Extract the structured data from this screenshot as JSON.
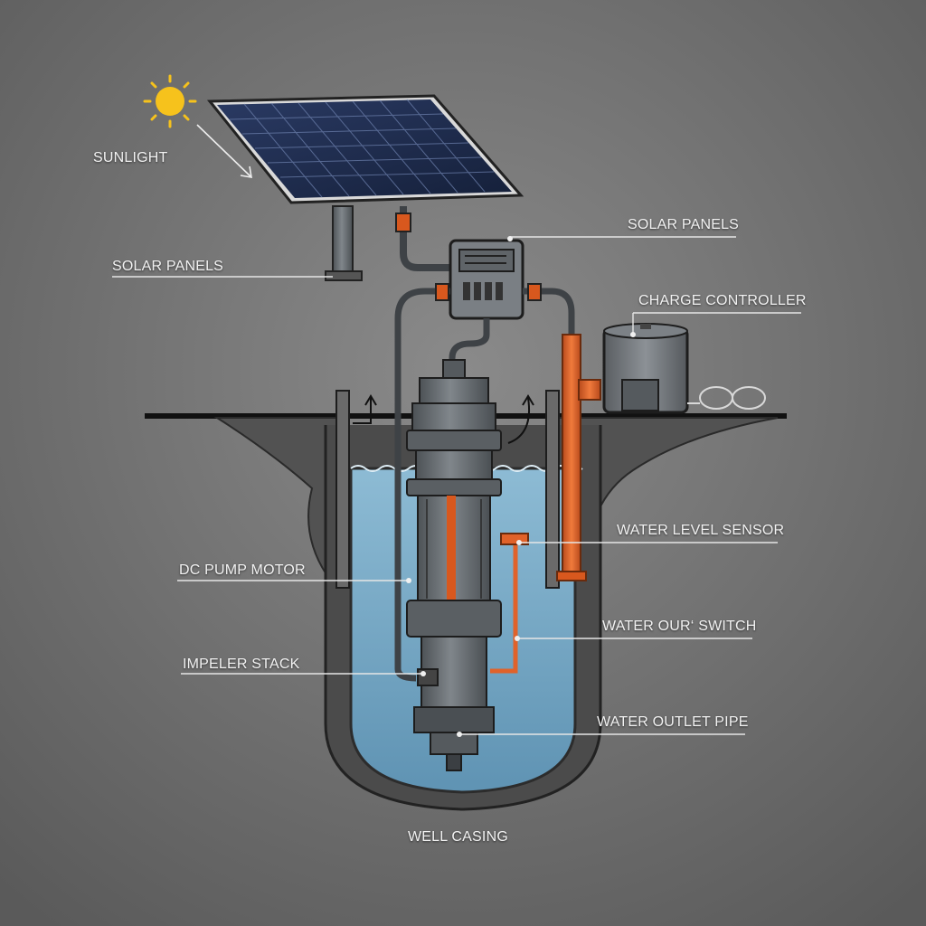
{
  "labels": {
    "sunlight": "SUNLIGHT",
    "solar_panels_left": "SOLAR PANELS",
    "solar_panels_right": "SOLAR PANELS",
    "charge_controller": "CHARGE CONTROLLER",
    "water_level_sensor": "WATER LEVEL SENSOR",
    "dc_pump_motor": "DC PUMP MOTOR",
    "water_our_switch": "WATER OUR‘ SWITCH",
    "impeler_stack": "IMPELER STACK",
    "water_outlet_pipe": "WATER OUTLET PIPE",
    "well_casing": "WELL CASING"
  },
  "colors": {
    "background": "#6e6e6e",
    "soil": "#5f5f5f",
    "water": "#7fb0cc",
    "pump_metal": "#6b7075",
    "pipe_orange": "#e0622a",
    "panel_cell": "#1e2b4a",
    "sun": "#f6c21c"
  }
}
